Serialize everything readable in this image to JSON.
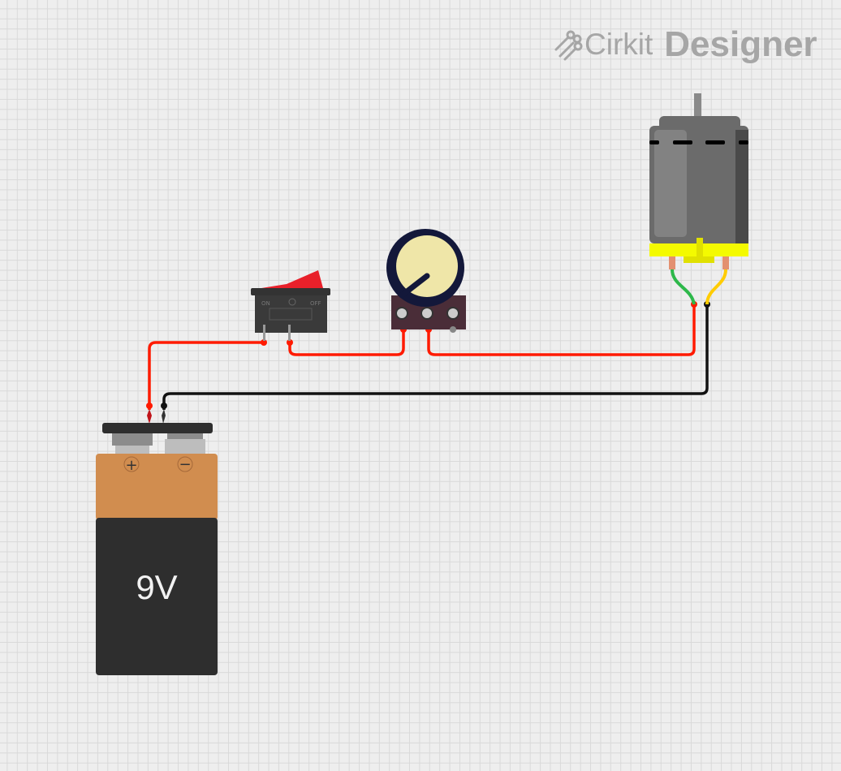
{
  "logo": {
    "brand": "Cirkit",
    "product": "Designer"
  },
  "battery": {
    "label": "9V",
    "plus": "+",
    "minus": "−",
    "color_top": "#d18d4f",
    "color_body": "#2e2e2e"
  },
  "switch": {
    "on_label": "ON",
    "off_label": "OFF",
    "rocker_color": "#e8202a"
  },
  "potentiometer": {
    "knob_color": "#efe6a8"
  },
  "motor": {
    "body_color": "#6b6b6b",
    "band_color": "#f4fa00"
  },
  "wires": {
    "positive_color": "#ff1a00",
    "negative_color": "#111111",
    "motor_lead_left": "#2db84a",
    "motor_lead_right": "#ffcc00"
  }
}
